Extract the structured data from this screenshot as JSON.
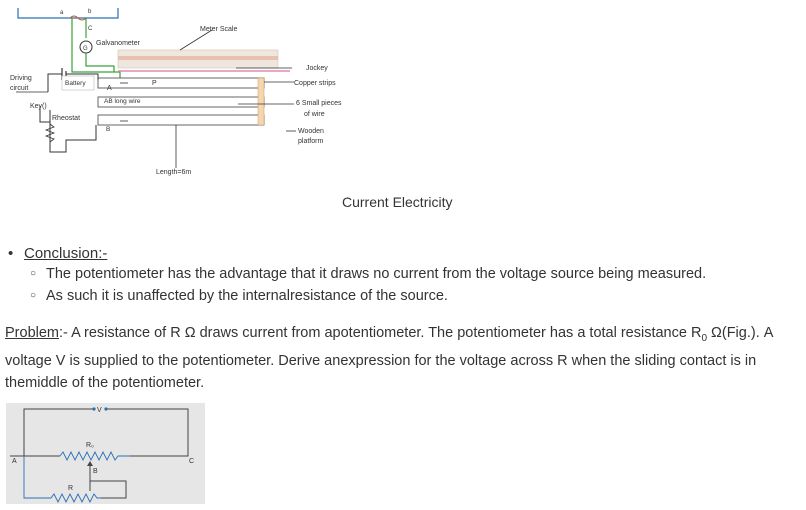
{
  "figure1": {
    "labels": {
      "a": "a",
      "b": "b",
      "c": "C",
      "g": "G",
      "galvanometer": "Galvanometer",
      "meter_scale": "Meter Scale",
      "driving_circuit_1": "Driving",
      "driving_circuit_2": "circuit",
      "battery": "Battery",
      "key": "Key()",
      "rheostat": "Rheostat",
      "a_cap": "A",
      "p": "P",
      "ab_wire": "AB long wire",
      "b_cap": "B",
      "jockey": "Jockey",
      "copper": "Copper strips",
      "small1": "6 Small pieces",
      "small2": "of wire",
      "wooden1": "Wooden",
      "wooden2": "platform",
      "length": "Length=6m"
    },
    "caption": "Current Electricity"
  },
  "conclusion": {
    "heading": "Conclusion:-",
    "items": [
      "The potentiometer has the advantage that it draws no current from the voltage source being measured.",
      "As such it is unaffected by the internalresistance of the source."
    ]
  },
  "problem": {
    "label": "Problem",
    "text_1": ":- A resistance of R Ω draws current from apotentiometer. The potentiometer has a total resistance R",
    "sub": "0",
    "text_2": " Ω(Fig.). A voltage V is supplied to the potentiometer. Derive anexpression for the voltage across R when the sliding contact is in themiddle of the potentiometer."
  },
  "figure2": {
    "v": "V",
    "r0": "R₀",
    "r": "R",
    "a": "A",
    "b": "B",
    "c": "C"
  }
}
